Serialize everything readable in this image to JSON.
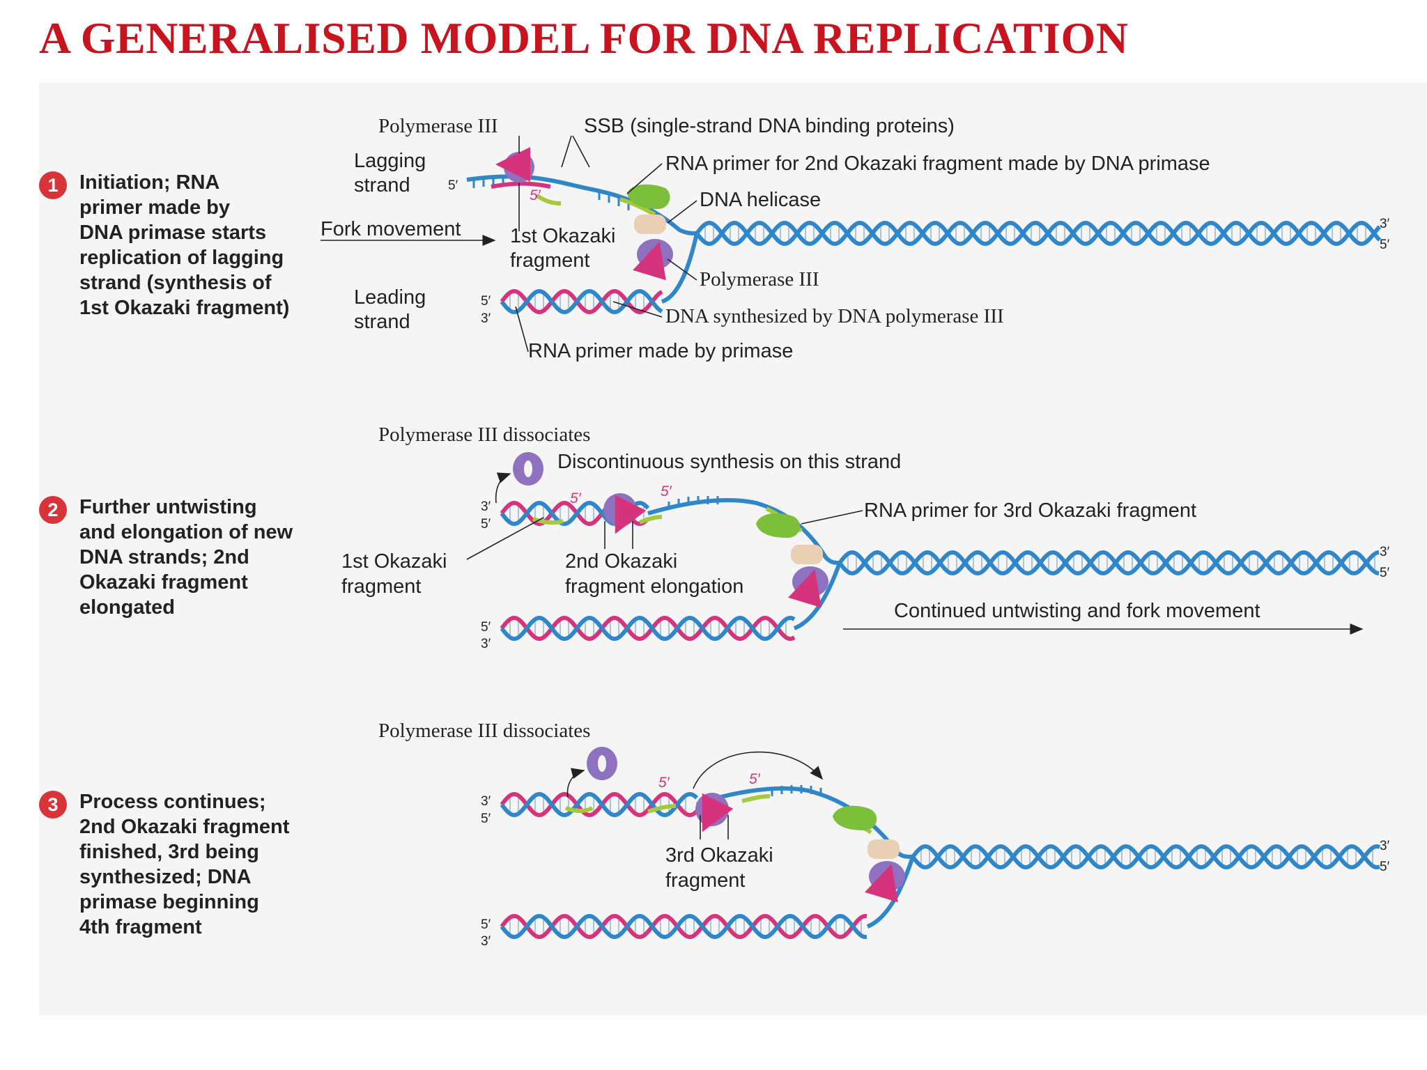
{
  "title": "A GENERALISED MODEL FOR DNA REPLICATION",
  "colors": {
    "title": "#c8141e",
    "template_strand": "#2f86c8",
    "new_dna": "#d6337d",
    "rna_primer": "#a5c93c",
    "polymerase": "#8e72c0",
    "helicase": "#e9cfb4",
    "primase": "#7cbf3a"
  },
  "steps": [
    {
      "number": "1",
      "text": "Initiation; RNA\nprimer made by\nDNA primase starts\nreplication of lagging\nstrand (synthesis of\n1st Okazaki fragment)",
      "labels": {
        "polymerase_top": "Polymerase III",
        "ssb": "SSB (single-strand DNA binding proteins)",
        "lagging_1": "Lagging",
        "lagging_2": "strand",
        "rna_primer_2nd": "RNA primer for 2nd Okazaki fragment made by DNA primase",
        "dna_helicase": "DNA helicase",
        "fork_movement": "Fork movement",
        "okazaki_1": "1st Okazaki",
        "okazaki_2": "fragment",
        "polymerase_lower": "Polymerase III",
        "leading_1": "Leading",
        "leading_2": "strand",
        "dna_synth": "DNA synthesized by DNA polymerase III",
        "rna_primer_primase": "RNA primer made by primase"
      }
    },
    {
      "number": "2",
      "text": "Further untwisting\nand elongation of new\nDNA strands; 2nd\nOkazaki fragment\nelongated",
      "labels": {
        "pol_dissociates": "Polymerase III dissociates",
        "discontinuous": "Discontinuous synthesis on this strand",
        "rna_primer_3rd": "RNA primer for 3rd Okazaki fragment",
        "okazaki1_1": "1st Okazaki",
        "okazaki1_2": "fragment",
        "okazaki2_1": "2nd Okazaki",
        "okazaki2_2": "fragment elongation",
        "continued": "Continued untwisting and fork movement"
      }
    },
    {
      "number": "3",
      "text": "Process continues;\n2nd Okazaki fragment\nfinished, 3rd being\nsynthesized; DNA\nprimase beginning\n4th fragment",
      "labels": {
        "pol_dissociates": "Polymerase III dissociates",
        "okazaki3_1": "3rd Okazaki",
        "okazaki3_2": "fragment"
      }
    }
  ],
  "ends": {
    "three_prime": "3′",
    "five_prime": "5′"
  }
}
